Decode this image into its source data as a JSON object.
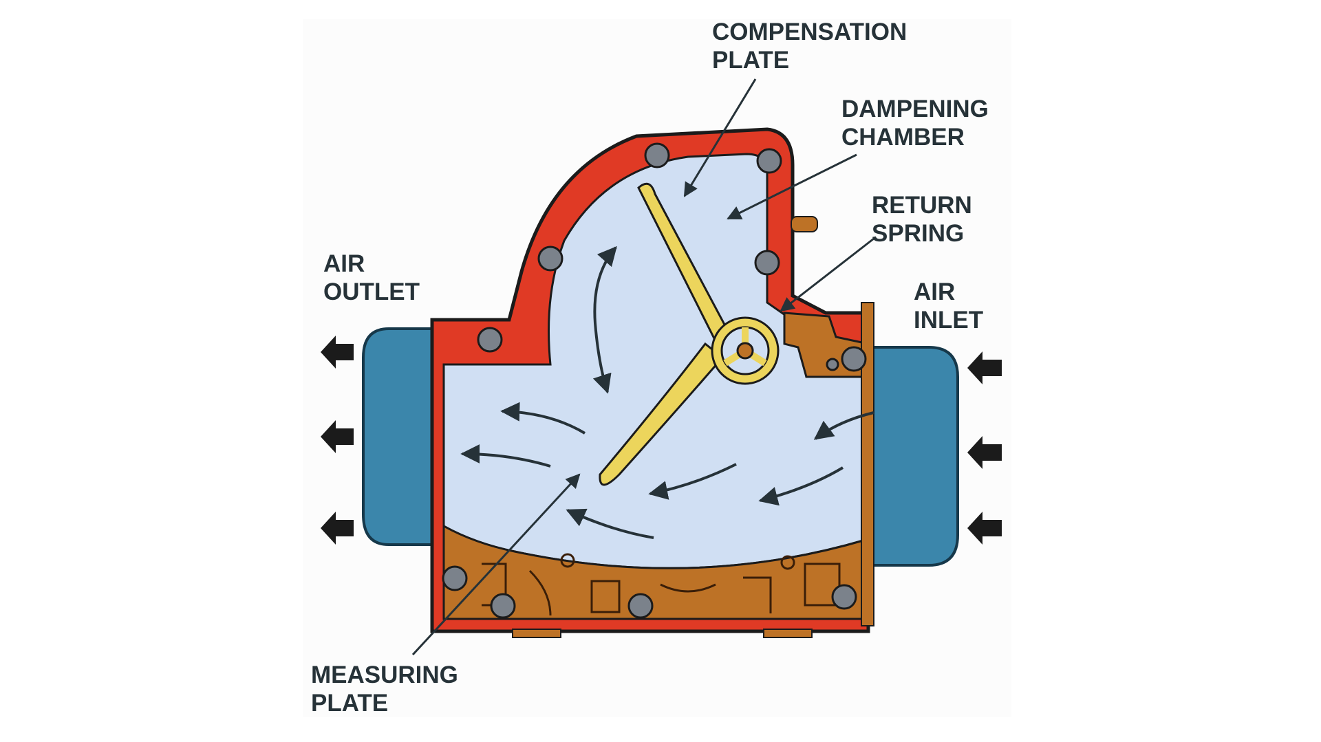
{
  "labels": {
    "compensation_plate": [
      "COMPENSATION",
      "PLATE"
    ],
    "dampening_chamber": [
      "DAMPENING",
      "CHAMBER"
    ],
    "return_spring": [
      "RETURN",
      "SPRING"
    ],
    "air_outlet": [
      "AIR",
      "OUTLET"
    ],
    "air_inlet": [
      "AIR",
      "INLET"
    ],
    "measuring_plate": [
      "MEASURING",
      "PLATE"
    ]
  },
  "colors": {
    "housing": "#e03a25",
    "chamber": "#d0dff3",
    "duct": "#3b86ab",
    "base": "#bd7226",
    "vane": "#ecd55c",
    "bolt": "#7b828b",
    "ink": "#263238"
  }
}
